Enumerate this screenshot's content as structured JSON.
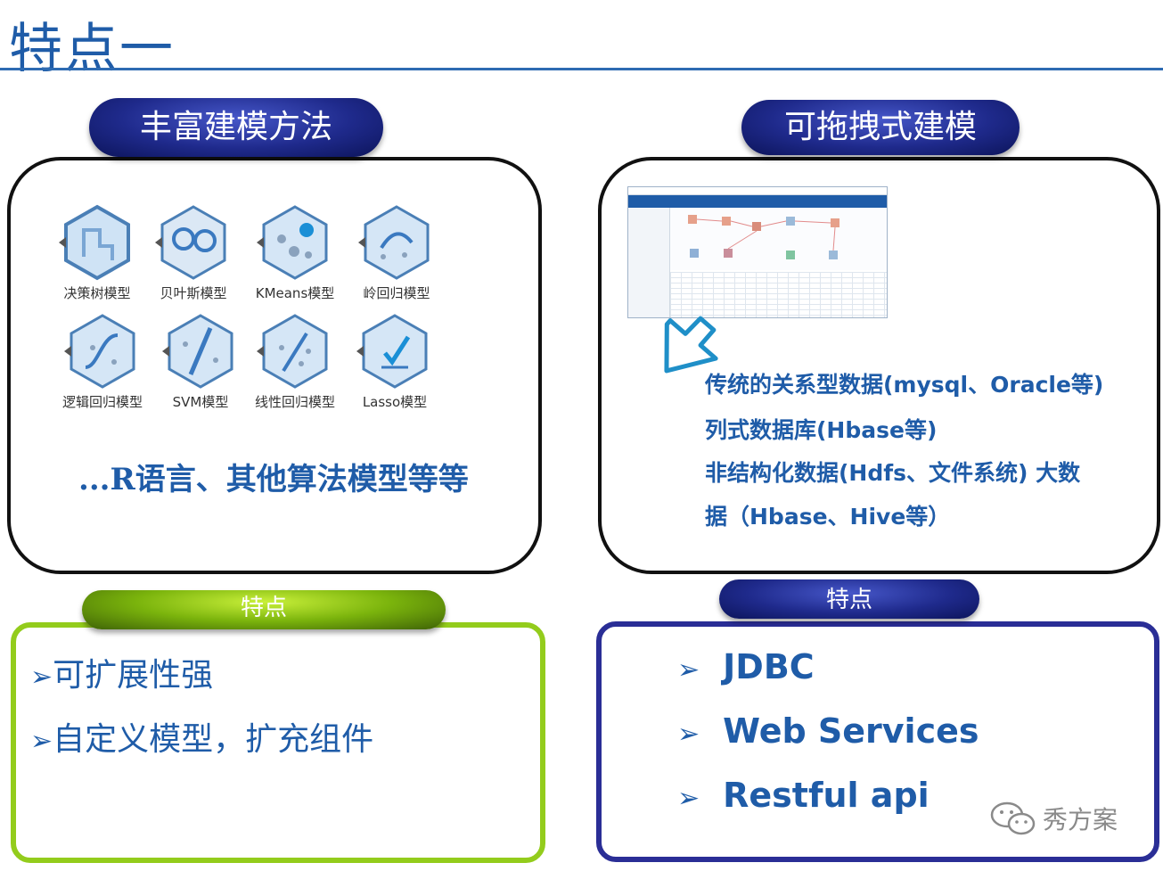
{
  "title": "特点一",
  "left_panel": {
    "header": "丰富建模方法",
    "models": [
      {
        "label": "决策树模型",
        "icon": "decision-tree-icon"
      },
      {
        "label": "贝叶斯模型",
        "icon": "bayes-icon"
      },
      {
        "label": "KMeans模型",
        "icon": "kmeans-icon"
      },
      {
        "label": "岭回归模型",
        "icon": "ridge-regression-icon"
      },
      {
        "label": "逻辑回归模型",
        "icon": "logistic-regression-icon"
      },
      {
        "label": "SVM模型",
        "icon": "svm-icon"
      },
      {
        "label": "线性回归模型",
        "icon": "linear-regression-icon"
      },
      {
        "label": "Lasso模型",
        "icon": "lasso-icon"
      }
    ],
    "more_text": "...R语言、其他算法模型等等"
  },
  "right_panel": {
    "header": "可拖拽式建模",
    "db_lines": [
      "传统的关系型数据(mysql、Oracle等)",
      "列式数据库(Hbase等)",
      "非结构化数据(Hdfs、文件系统) 大数",
      "据（Hbase、Hive等）"
    ]
  },
  "feature_left": {
    "header": "特点",
    "bullets": [
      "可扩展性强",
      "自定义模型，扩充组件"
    ]
  },
  "feature_right": {
    "header": "特点",
    "bullets": [
      "JDBC",
      "Web Services",
      "Restful api"
    ]
  },
  "watermark": "秀方案",
  "colors": {
    "accent": "#1f5ca8",
    "navy": "#2a2e96",
    "green": "#93cc1c"
  }
}
